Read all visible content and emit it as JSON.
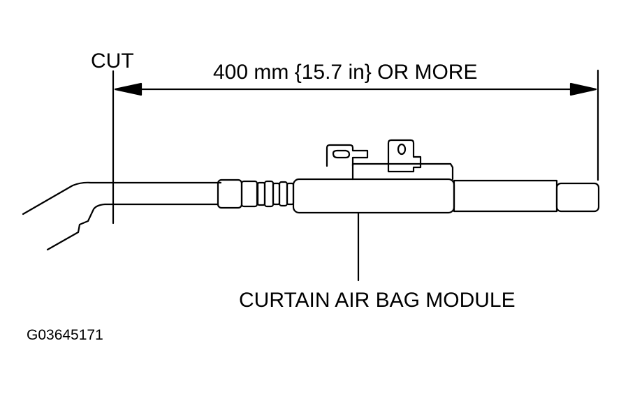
{
  "labels": {
    "cut": "CUT",
    "dimension": "400 mm {15.7 in} OR MORE",
    "module": "CURTAIN AIR BAG MODULE",
    "figure_id": "G03645171"
  },
  "colors": {
    "line": "#000000",
    "background": "#ffffff"
  }
}
